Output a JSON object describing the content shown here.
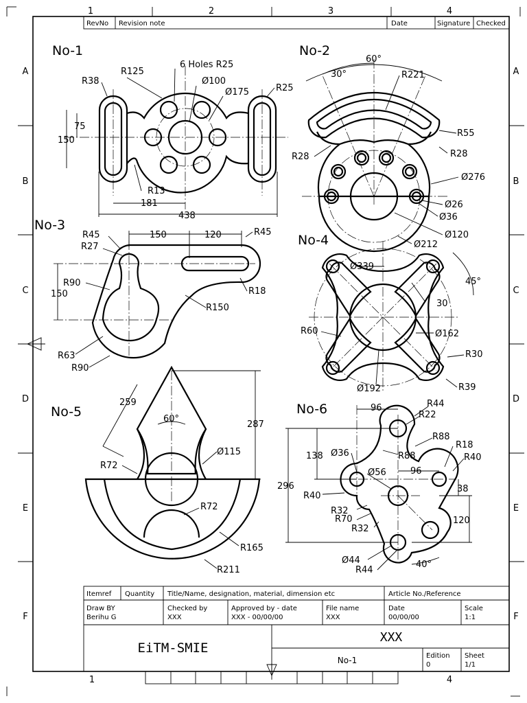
{
  "border": {
    "col_markers_top": [
      "1",
      "2",
      "3",
      "4"
    ],
    "col_markers_bottom": [
      "1",
      "4"
    ],
    "row_markers": [
      "A",
      "B",
      "C",
      "D",
      "E",
      "F"
    ]
  },
  "revision_block": {
    "headers": [
      "RevNo",
      "Revision note",
      "Date",
      "Signature",
      "Checked"
    ]
  },
  "drawings": {
    "no1": {
      "title": "No-1",
      "dims": [
        "R125",
        "6 Holes R25",
        "Ø100",
        "Ø175",
        "R25",
        "R38",
        "75",
        "150",
        "R13",
        "181",
        "438"
      ]
    },
    "no2": {
      "title": "No-2",
      "dims": [
        "60°",
        "30°",
        "R221",
        "R55",
        "R28",
        "R28",
        "Ø276",
        "Ø26",
        "Ø36",
        "Ø120",
        "Ø212"
      ]
    },
    "no3": {
      "title": "No-3",
      "dims": [
        "R45",
        "R27",
        "150",
        "120",
        "R45",
        "R90",
        "150",
        "R18",
        "R150",
        "R63",
        "R90"
      ]
    },
    "no4": {
      "title": "No-4",
      "dims": [
        "Ø339",
        "45°",
        "30",
        "R60",
        "Ø162",
        "R30",
        "Ø192",
        "R39"
      ]
    },
    "no5": {
      "title": "No-5",
      "dims": [
        "259",
        "60°",
        "287",
        "Ø115",
        "R72",
        "R72",
        "R165",
        "R211"
      ]
    },
    "no6": {
      "title": "No-6",
      "dims": [
        "96",
        "R44",
        "R22",
        "R88",
        "R18",
        "138",
        "Ø36",
        "R88",
        "R40",
        "Ø56",
        "96",
        "296",
        "R40",
        "38",
        "R32",
        "R70",
        "R32",
        "120",
        "Ø44",
        "R44",
        "40°"
      ]
    }
  },
  "title_block": {
    "headers": [
      "Itemref",
      "Quantity",
      "Title/Name, designation, material, dimension etc",
      "Article No./Reference"
    ],
    "draw_by_label": "Draw BY",
    "draw_by_value": "Berihu G",
    "checked_by_label": "Checked by",
    "checked_by_value": "XXX",
    "approved_label": "Approved by - date",
    "approved_value": "XXX - 00/00/00",
    "file_name_label": "File name",
    "file_name_value": "XXX",
    "date_label": "Date",
    "date_value": "00/00/00",
    "scale_label": "Scale",
    "scale_value": "1:1",
    "organization": "EiTM-SMIE",
    "drawing_title": "XXX",
    "drawing_number": "No-1",
    "edition_label": "Edition",
    "edition_value": "0",
    "sheet_label": "Sheet",
    "sheet_value": "1/1"
  }
}
